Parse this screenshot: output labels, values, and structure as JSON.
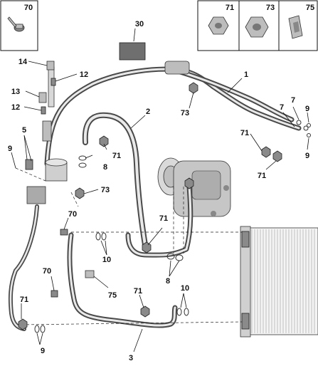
{
  "callouts": {
    "n1": "1",
    "n2": "2",
    "n3": "3",
    "n5": "5",
    "n7": "7",
    "n8": "8",
    "n9": "9",
    "n10": "10",
    "n12": "12",
    "n13": "13",
    "n14": "14",
    "n30": "30",
    "n70": "70",
    "n71": "71",
    "n73": "73",
    "n75": "75"
  }
}
